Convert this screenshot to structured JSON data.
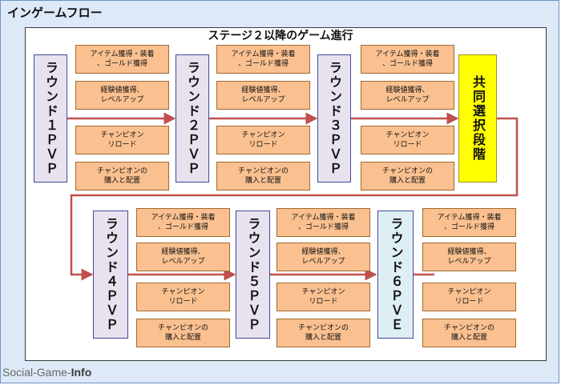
{
  "heading": "インゲームフロー",
  "diagram_title": "ステージ２以降のゲーム進行",
  "rounds": [
    "ラウンド１ＰＶＰ",
    "ラウンド２ＰＶＰ",
    "ラウンド３ＰＶＰ",
    "共同選択段階",
    "ラウンド４ＰＶＰ",
    "ラウンド５ＰＶＰ",
    "ラウンド６ＰＶＥ"
  ],
  "actions": [
    "アイテム獲得・装着\n、ゴールド獲得",
    "経験値獲得、\nレベルアップ",
    "チャンピオン\nリロード",
    "チャンピオンの\n購入と配置"
  ],
  "watermark": {
    "prefix": "Social-Game-",
    "suffix": "Info"
  }
}
